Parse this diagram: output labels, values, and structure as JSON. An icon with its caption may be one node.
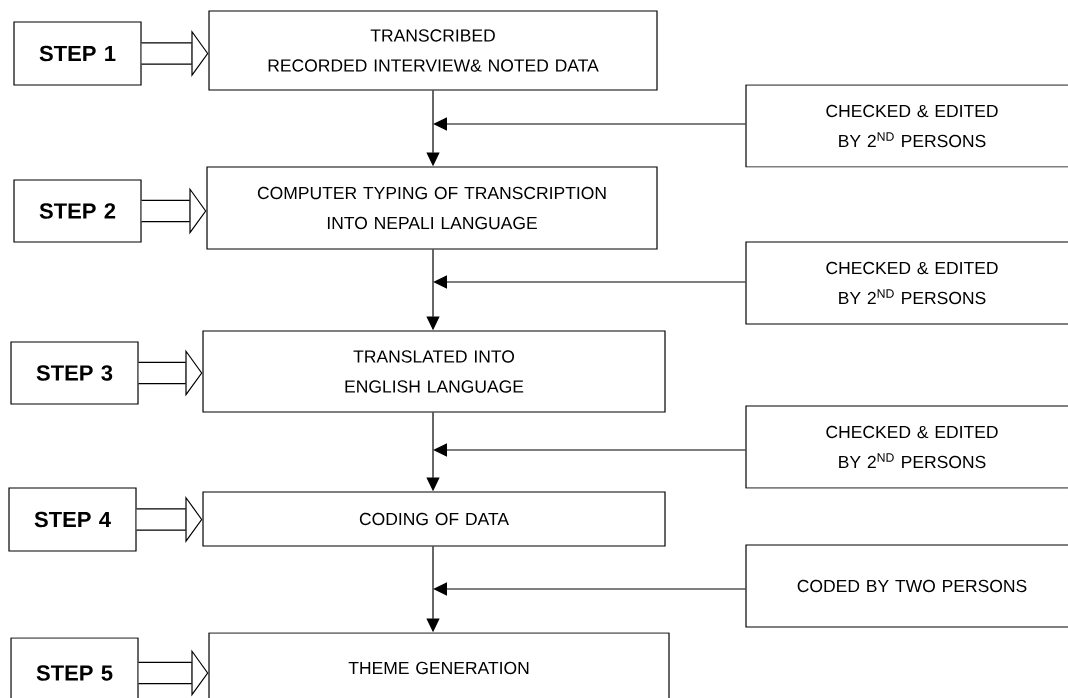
{
  "diagram": {
    "nodes": [
      {
        "text": [
          "STEP 1"
        ]
      },
      {
        "text": [
          "TRANSCRIBED",
          "RECORDED INTERVIEW& NOTED DATA"
        ]
      },
      {
        "text": [
          "CHECKED & EDITED BY 2$^{ND}$ PERSONS"
        ]
      },
      {
        "text": [
          "STEP 2"
        ]
      },
      {
        "text": [
          "COMPUTER TYPING OF TRANSCRIPTION INTO NEPALI LANGUAGE"
        ]
      },
      {
        "text": [
          "CHECKED & EDITED BY 2$^{ND}$ PERSONS"
        ]
      },
      {
        "text": [
          "STEP 3"
        ]
      },
      {
        "text": [
          "TRANSLATED INTO ENGLISH LANGUAGE"
        ]
      },
      {
        "text": [
          "CHECKED & EDITED BY 2$^{ND}$ PERSONS"
        ]
      },
      {
        "text": [
          "STEP 4"
        ]
      },
      {
        "text": [
          "CODING OF DATA"
        ]
      },
      {
        "text": [
          "CODED BY TWO PERSONS"
        ]
      },
      {
        "text": [
          "STEP 5"
        ]
      },
      {
        "text": [
          "THEME GENERATION"
        ]
      }
    ],
    "edges": [
      {
        "from": 0,
        "to": 1,
        "arrow": "to",
        "style": "thick"
      },
      {
        "from": 1,
        "to": 4,
        "arrow": "to"
      },
      {
        "from": 2,
        "to": null,
        "arrow": "to"
      },
      {
        "from": 3,
        "to": 4,
        "arrow": "to",
        "style": "thick"
      },
      {
        "from": 4,
        "to": 7,
        "arrow": "to"
      },
      {
        "from": 5,
        "to": null,
        "arrow": "to"
      },
      {
        "from": 6,
        "to": 7,
        "arrow": "to",
        "style": "thick"
      },
      {
        "from": 7,
        "to": 10,
        "arrow": "to"
      },
      {
        "from": 8,
        "to": null,
        "arrow": "to"
      },
      {
        "from": 9,
        "to": 10,
        "arrow": "to",
        "style": "thick"
      },
      {
        "from": 10,
        "to": 13,
        "arrow": "to"
      },
      {
        "from": 11,
        "to": null,
        "arrow": "to"
      },
      {
        "from": 12,
        "to": 13,
        "arrow": "to",
        "style": "thick"
      }
    ]
  }
}
